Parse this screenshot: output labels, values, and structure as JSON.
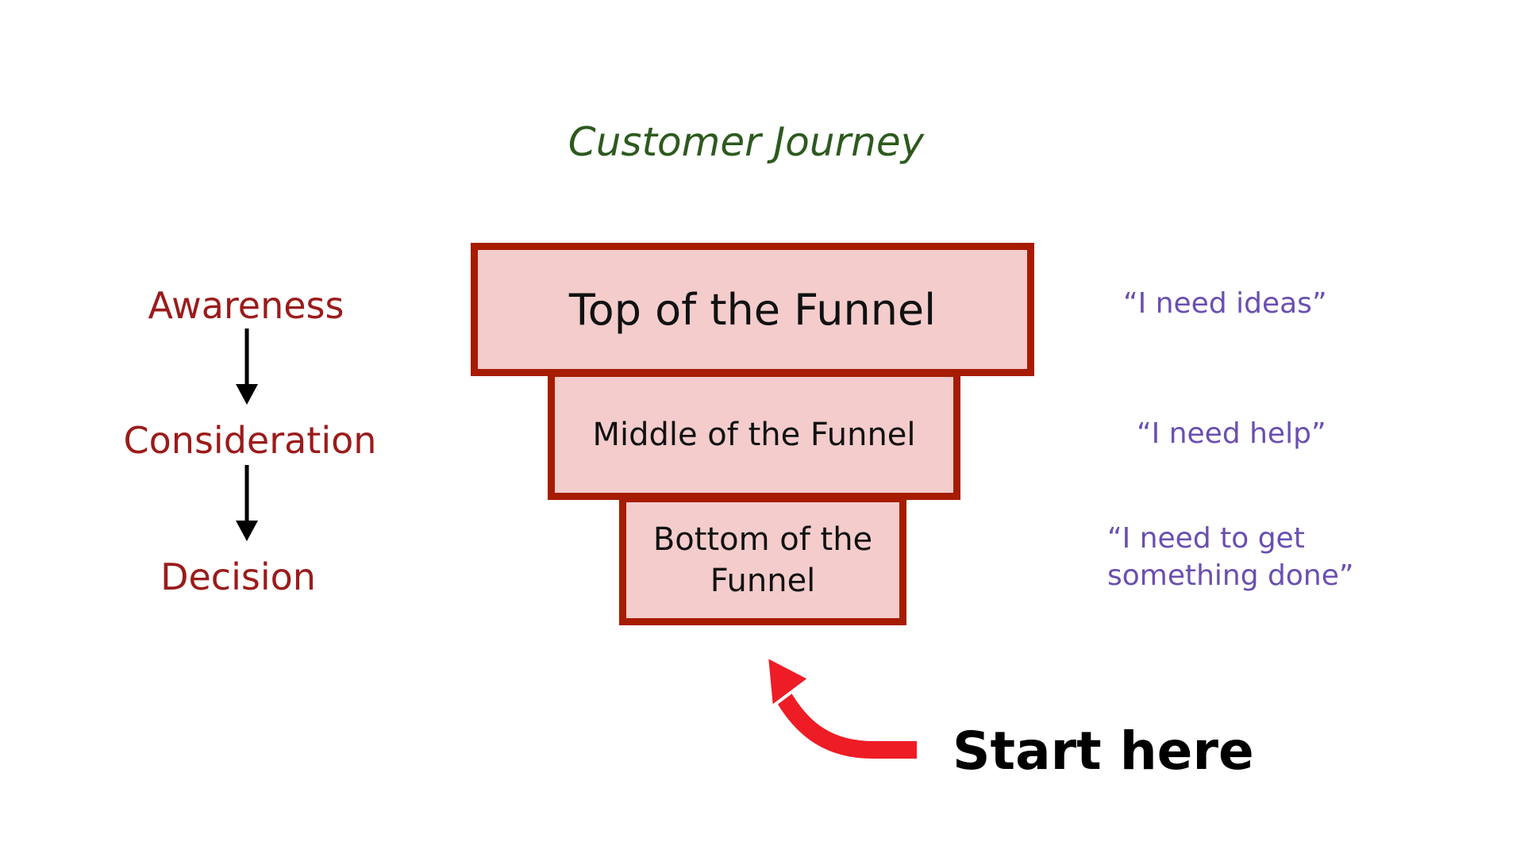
{
  "title": "Customer Journey",
  "stages": [
    {
      "label": "Awareness"
    },
    {
      "label": "Consideration"
    },
    {
      "label": "Decision"
    }
  ],
  "funnel": {
    "top": "Top of the Funnel",
    "middle": "Middle of the Funnel",
    "bottom": "Bottom of the\nFunnel"
  },
  "quotes": {
    "top": "“I need ideas”",
    "middle": "“I need help”",
    "bottom": "“I need to get\nsomething done”"
  },
  "callout": {
    "label": "Start here"
  },
  "colors": {
    "title": "#2d5a1e",
    "stage": "#9b1b1b",
    "funnel_fill": "#f4cccc",
    "funnel_border": "#a61c00",
    "quote": "#6a4fb0",
    "callout_arrow": "#ee1c24"
  },
  "icons": {
    "stage_arrow": "arrow-down-icon",
    "callout_arrow": "curved-arrow-icon"
  }
}
